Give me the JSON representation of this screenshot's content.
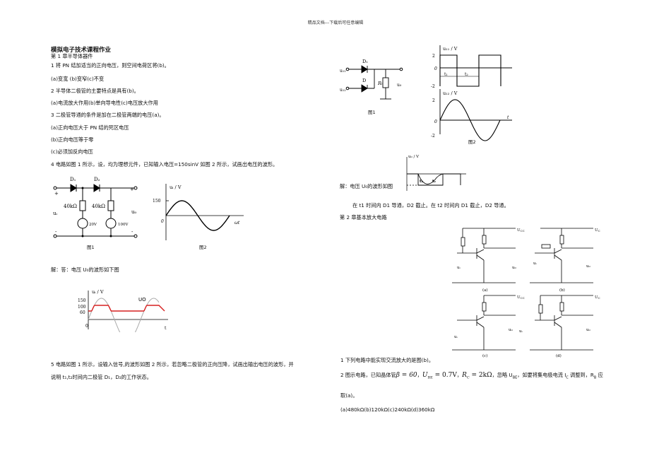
{
  "header": "精品文档---下载后可任意编辑",
  "left": {
    "title": "模拟电子技术课程作业",
    "chapter1": "第 1 章半导体器件",
    "q1": "1 将 PN 结加适当的正向电压，则空间电荷区将(b)。",
    "q1_opts": "(a)变宽 (b)变窄(c)不变",
    "q2": "2 半导体二极管的主要特点是具有(b)。",
    "q2_opts": "(a)电流放大作用(b)单向导电性(c)电压放大作用",
    "q3": "3 二极管导通的条件是加在二极管两端的电压(a)。",
    "q3_a": "(a)正向电压大于 PN 结的死区电压",
    "q3_b": "(b)正向电压等于零",
    "q3_c": "(c)必须加反向电压",
    "q4": "4 电路如图 1 所示，设，均为理想元件，已知输入电压=150sinV 如图 2 所示，试画出电压的波形。",
    "fig1_caption": "图1",
    "fig2_caption": "图2",
    "answer4": "解：答：电压 U₀的波形如下图",
    "q5_line1": "5 电路如图 1 所示，设输入信号,的波形如图 2 所示，若忽略二极管的正向压降，试画出输出电压的波形，并",
    "q5_line2": "说明 t₁,t₂时间内二极管 D₁，D₂的工作状态。"
  },
  "circuit1": {
    "d1": "D₁",
    "d2": "D₂",
    "r1": "40kΩ",
    "r2": "40kΩ",
    "v1": "20V",
    "v2": "100V",
    "ui": "uᵢ",
    "uo": "u₀",
    "plus": "+",
    "minus": "-"
  },
  "wave1": {
    "ylabel": "uᵢ / V",
    "y150": "150",
    "origin": "0",
    "xlabel": "ωt"
  },
  "wave_answer": {
    "ylabel": "uᵢ / V",
    "y150": "150",
    "y100": "100",
    "y60": "60",
    "origin": "0",
    "xlabel": "t",
    "series_label": "UO",
    "color_output": "#d62020",
    "color_input": "#aaaaaa"
  },
  "right": {
    "fig1_caption": "图1",
    "fig2_caption": "图2",
    "answer5": "解：电压 U₀的波形如图",
    "answer5_detail": "在 t1 时间内 D1 导通，D2 截止。在 t2 时间内 D1 截止，D2 导通。",
    "chapter2": "第 2 章基本放大电路",
    "q1": "1 下列电路中能实现交流放大的是图(b)。",
    "q2_a": "2 图示电路，已知晶体管",
    "q2_beta": "β = 60",
    "q2_ube": "U",
    "q2_ube_sub": "BE",
    "q2_ube_val": " = 0.7V",
    "q2_rc": "R",
    "q2_rc_sub": "C",
    "q2_rc_val": " = 2kΩ",
    "q2_b": "，忽略 U",
    "q2_b_sub": "BE",
    "q2_c": "，如要将集电极电流 I",
    "q2_c_sub": "C",
    "q2_d": " 调整到，R",
    "q2_d_sub": "B",
    "q2_e": " 应",
    "q2_tail": "取(a)。",
    "q2_opts": "(a)480kΩ(b)120kΩ(c)240kΩ(d)360kΩ"
  },
  "circuit2": {
    "d1": "D₁",
    "d2": "D",
    "r": "Rₗ",
    "ui1": "u₁₁",
    "ui2": "u₁₂",
    "uo": "u₀"
  },
  "wave2": {
    "top_ylabel": "u₁₁ / V",
    "bot_ylabel": "u₁₂ / V",
    "y2": "2",
    "yneg2": "-2",
    "zero": "0",
    "t1": "t₁",
    "t2": "t₂",
    "t": "t"
  },
  "wave3": {
    "ylabel": "u₀ / V",
    "t1": "t₁",
    "t2": "t₂"
  },
  "amp": {
    "vcc": "U",
    "vcc_sub": "CC",
    "ui": "uᵢ",
    "uo": "u₀",
    "labels": [
      "(a)",
      "(b)",
      "(c)",
      "(d)"
    ]
  }
}
